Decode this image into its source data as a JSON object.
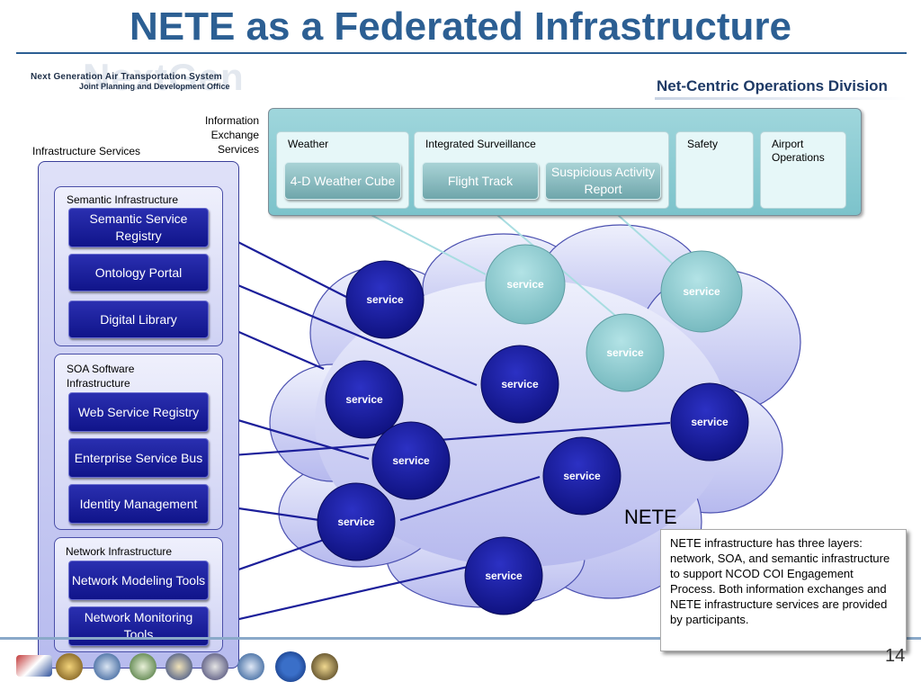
{
  "title": "NETE as a Federated Infrastructure",
  "logos": {
    "left_ghost": "NextGen",
    "left_line1": "Next Generation Air Transportation System",
    "left_line2": "Joint Planning and Development Office",
    "right": "Net-Centric Operations Division"
  },
  "labels": {
    "information_exchange_services": "Information\nExchange Services",
    "infrastructure_services": "Infrastructure Services",
    "nete": "NETE"
  },
  "exchange_panels": [
    {
      "title": "Weather",
      "buttons": [
        "4-D Weather Cube"
      ]
    },
    {
      "title": "Integrated Surveillance",
      "buttons": [
        "Flight Track",
        "Suspicious Activity Report"
      ]
    },
    {
      "title": "Safety",
      "buttons": []
    },
    {
      "title": "Airport Operations",
      "buttons": []
    }
  ],
  "infrastructure_groups": [
    {
      "title": "Semantic Infrastructure",
      "items": [
        "Semantic Service Registry",
        "Ontology Portal",
        "Digital Library"
      ]
    },
    {
      "title": "SOA Software Infrastructure",
      "items": [
        "Web Service Registry",
        "Enterprise Service Bus",
        "Identity Management"
      ]
    },
    {
      "title": "Network Infrastructure",
      "items": [
        "Network Modeling Tools",
        "Network Monitoring Tools"
      ]
    }
  ],
  "service_label": "service",
  "callout": "NETE infrastructure has three layers: network, SOA, and semantic infrastructure to support NCOD COI Engagement Process. Both information exchanges and NETE infrastructure services are provided by participants.",
  "page_number": "14",
  "colors": {
    "title": "#2c5f93",
    "navy_service": "#1c1f9a",
    "teal_service": "#8fcfd4",
    "cloud": "#c5c7f2",
    "exchange_box": "#8ccbd2"
  }
}
